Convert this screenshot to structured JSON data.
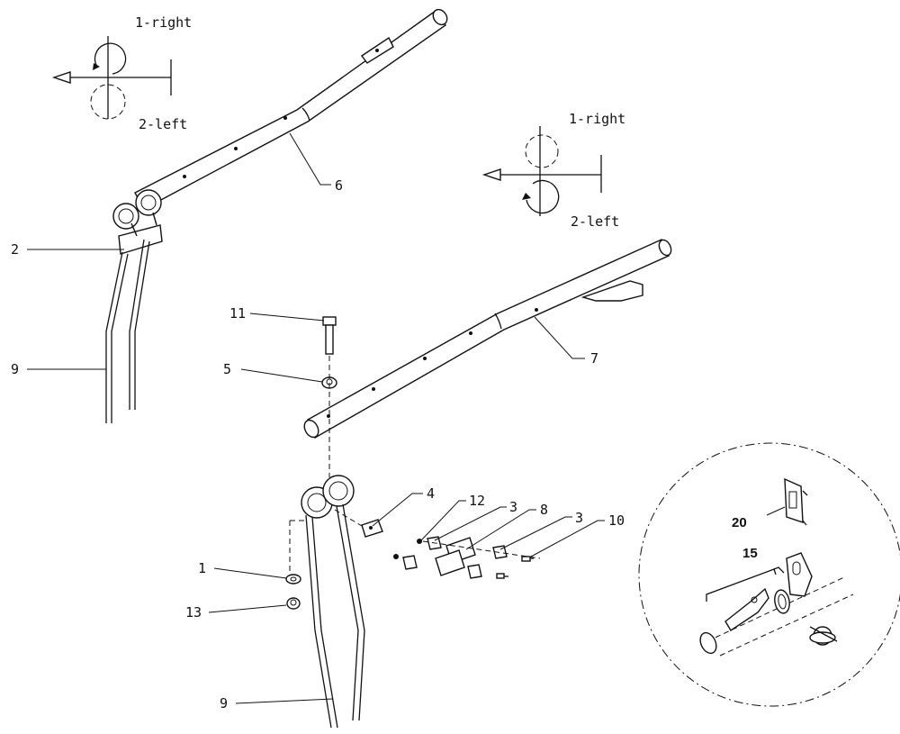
{
  "rotation_top_left": {
    "label_right": "1-right",
    "label_left": "2-left"
  },
  "rotation_mid_right": {
    "label_right": "1-right",
    "label_left": "2-left"
  },
  "callouts": [
    {
      "id": "c2",
      "text": "2"
    },
    {
      "id": "c6",
      "text": "6"
    },
    {
      "id": "c9a",
      "text": "9"
    },
    {
      "id": "c11",
      "text": "11"
    },
    {
      "id": "c5",
      "text": "5"
    },
    {
      "id": "c7",
      "text": "7"
    },
    {
      "id": "c4",
      "text": "4"
    },
    {
      "id": "c12",
      "text": "12"
    },
    {
      "id": "c3a",
      "text": "3"
    },
    {
      "id": "c8",
      "text": "8"
    },
    {
      "id": "c3b",
      "text": "3"
    },
    {
      "id": "c10",
      "text": "10"
    },
    {
      "id": "c1",
      "text": "1"
    },
    {
      "id": "c13",
      "text": "13"
    },
    {
      "id": "c9b",
      "text": "9"
    }
  ],
  "detail_view": {
    "label_20": "20",
    "label_15": "15"
  }
}
